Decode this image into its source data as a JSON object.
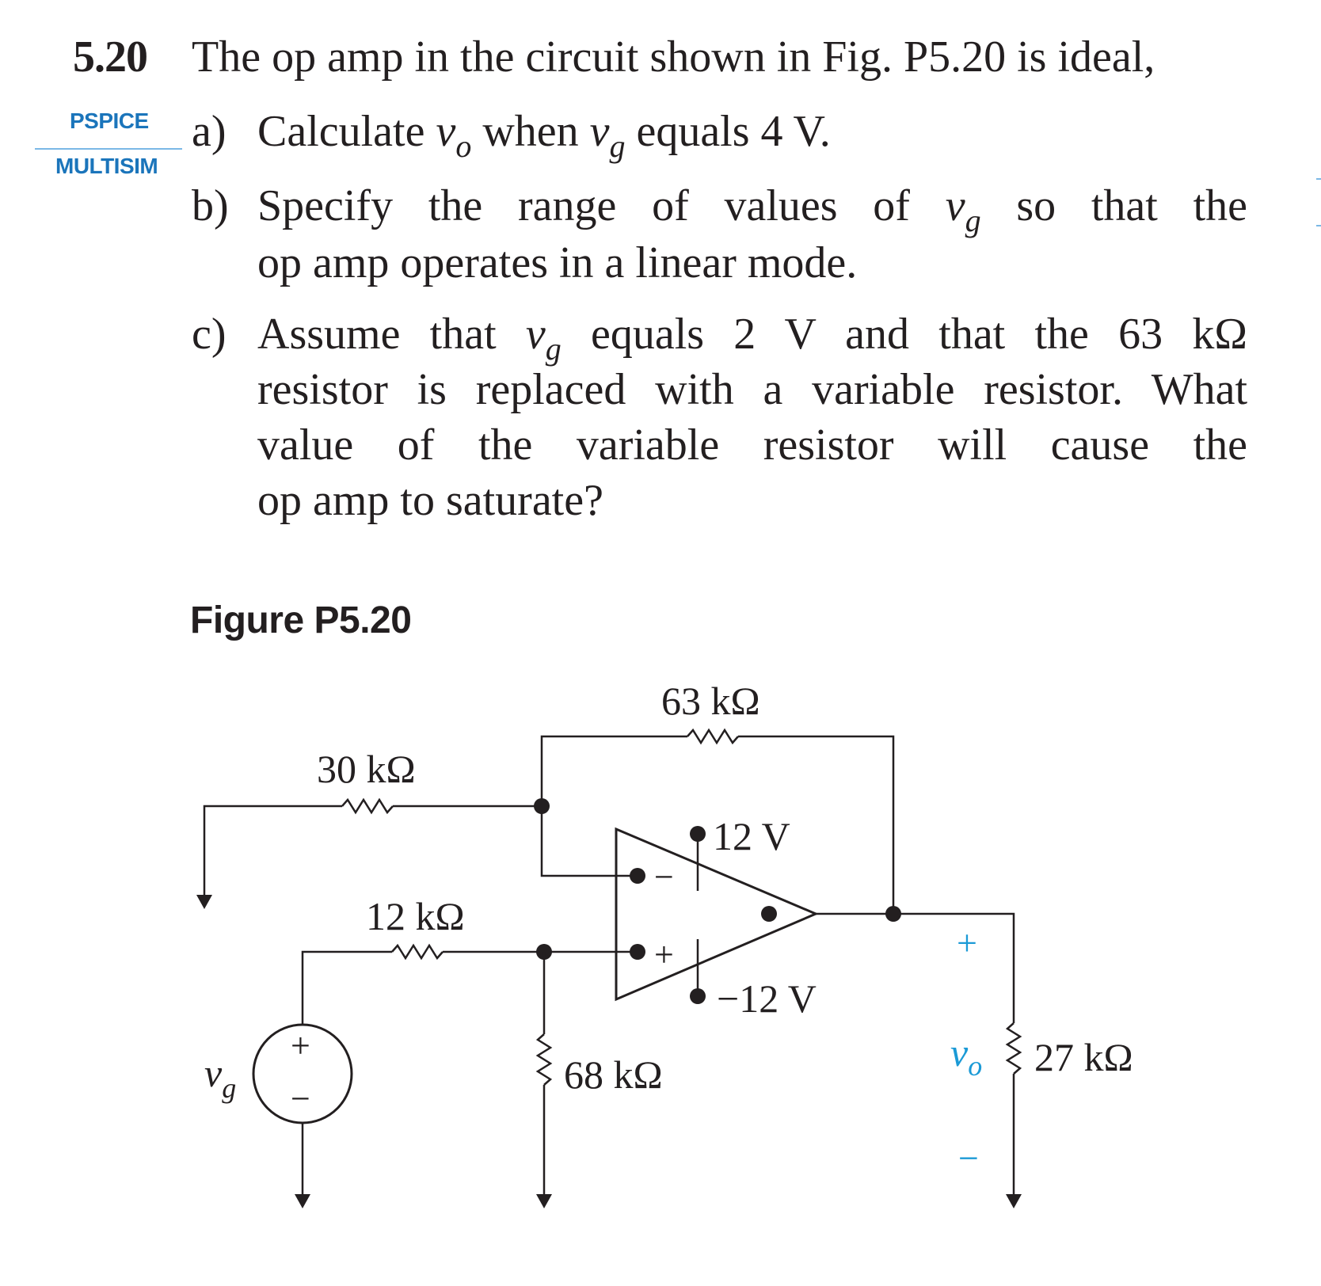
{
  "problem": {
    "number": "5.20",
    "intro": "The op amp in the circuit shown in Fig. P5.20 is ideal,",
    "tags": [
      "PSPICE",
      "MULTISIM"
    ],
    "parts": [
      {
        "label": "a)",
        "lines": [
          {
            "segments": [
              "Calculate ",
              "v",
              "o",
              " when ",
              "v",
              "g",
              " equals 4 V."
            ]
          }
        ]
      },
      {
        "label": "b)",
        "lines": [
          {
            "segments": [
              "Specify the range of values of ",
              "v",
              "g",
              " so that the"
            ]
          },
          {
            "segments": [
              "op amp operates in a linear mode."
            ]
          }
        ]
      },
      {
        "label": "c)",
        "lines": [
          {
            "segments": [
              "Assume that ",
              "v",
              "g",
              " equals 2 V and that the 63 kΩ"
            ]
          },
          {
            "segments": [
              "resistor is replaced with a variable resistor. What"
            ]
          },
          {
            "segments": [
              "value of the variable resistor will cause the"
            ]
          },
          {
            "segments": [
              "op amp to saturate?"
            ]
          }
        ]
      }
    ]
  },
  "figure": {
    "title": "Figure P5.20",
    "labels": {
      "r_feedback": "63 kΩ",
      "r_input": "30 kΩ",
      "r_series": "12 kΩ",
      "r_shunt": "68 kΩ",
      "r_load": "27 kΩ",
      "v_pos_supply": "12 V",
      "v_neg_supply": "−12 V",
      "source_var": "v",
      "source_sub": "g",
      "out_var": "v",
      "out_sub": "o",
      "plus": "+",
      "minus": "−"
    },
    "colors": {
      "text": "#231f20",
      "accent": "#1b75bb",
      "output_polarity": "#1b9ad6"
    }
  }
}
